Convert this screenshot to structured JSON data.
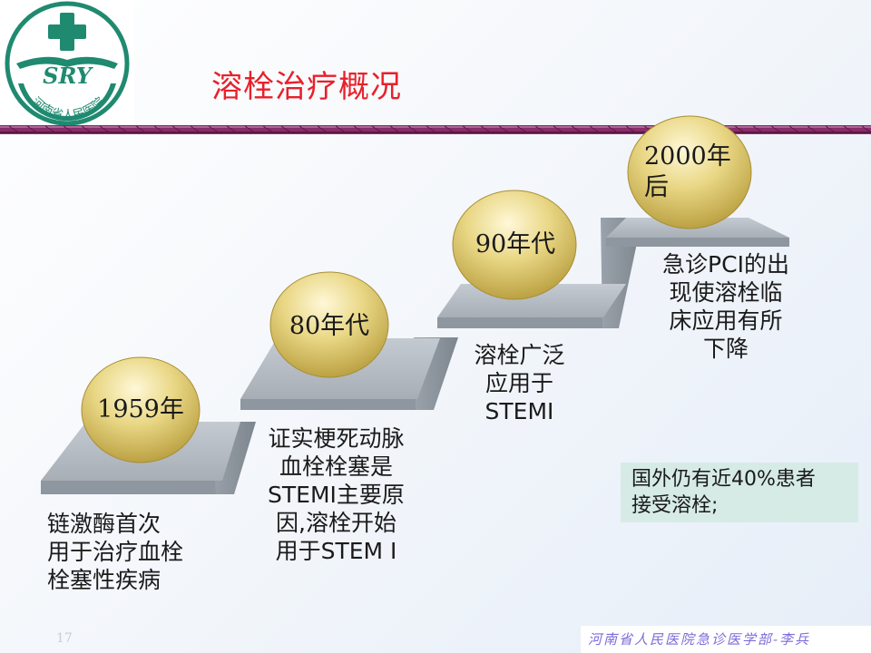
{
  "logo": {
    "text": "SRY",
    "hospital_name": "河南省人民医院"
  },
  "title": "溶栓治疗概况",
  "stages": [
    {
      "label": "1959年",
      "desc": "链激酶首次\n用于治疗血栓\n栓塞性疾病"
    },
    {
      "label": "80年代",
      "desc": "证实梗死动脉\n血栓栓塞是\nSTEMI主要原\n因,溶栓开始\n用于STEM I"
    },
    {
      "label": "90年代",
      "desc": "溶栓广泛\n应用于\nSTEMI"
    },
    {
      "label": "2000年\n后",
      "desc": "急诊PCI的出\n现使溶栓临\n床应用有所\n下降"
    }
  ],
  "note": "国外仍有近40%患者\n接受溶栓;",
  "page_number": "17",
  "footer": "河南省人民医院急诊医学部-李兵",
  "colors": {
    "title": "#e8202a",
    "divider": "#8a2d6a",
    "step_top": "#b5bcc4",
    "step_front": "#8e969f",
    "ball": "#e3cf72"
  }
}
